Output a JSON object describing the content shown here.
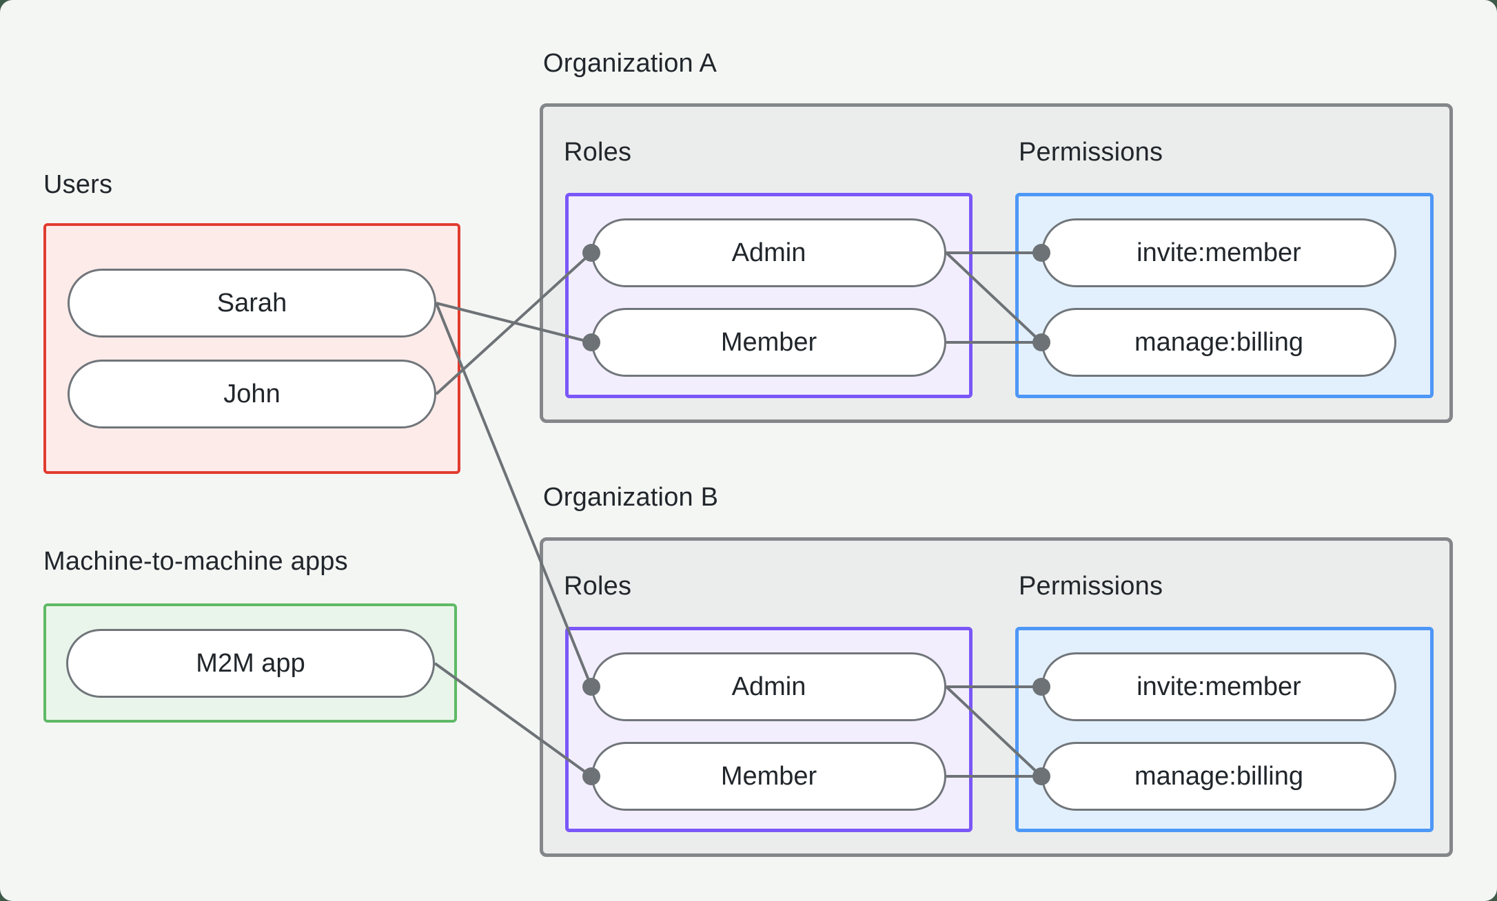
{
  "groups": {
    "users": {
      "label": "Users",
      "items": [
        {
          "id": "sarah",
          "label": "Sarah"
        },
        {
          "id": "john",
          "label": "John"
        }
      ]
    },
    "m2m": {
      "label": "Machine-to-machine apps",
      "items": [
        {
          "id": "m2m-app",
          "label": "M2M app"
        }
      ]
    }
  },
  "orgs": [
    {
      "label": "Organization A",
      "roles_label": "Roles",
      "permissions_label": "Permissions",
      "roles": [
        {
          "id": "orgA-admin",
          "label": "Admin"
        },
        {
          "id": "orgA-member",
          "label": "Member"
        }
      ],
      "permissions": [
        {
          "id": "orgA-invite",
          "label": "invite:member"
        },
        {
          "id": "orgA-billing",
          "label": "manage:billing"
        }
      ]
    },
    {
      "label": "Organization B",
      "roles_label": "Roles",
      "permissions_label": "Permissions",
      "roles": [
        {
          "id": "orgB-admin",
          "label": "Admin"
        },
        {
          "id": "orgB-member",
          "label": "Member"
        }
      ],
      "permissions": [
        {
          "id": "orgB-invite",
          "label": "invite:member"
        },
        {
          "id": "orgB-billing",
          "label": "manage:billing"
        }
      ]
    }
  ],
  "connections": [
    {
      "from": "john",
      "to": "orgA-admin"
    },
    {
      "from": "sarah",
      "to": "orgA-member"
    },
    {
      "from": "sarah",
      "to": "orgB-admin"
    },
    {
      "from": "m2m-app",
      "to": "orgB-member"
    },
    {
      "from": "orgA-admin",
      "to": "orgA-invite"
    },
    {
      "from": "orgA-admin",
      "to": "orgA-billing"
    },
    {
      "from": "orgA-member",
      "to": "orgA-billing"
    },
    {
      "from": "orgB-admin",
      "to": "orgB-invite"
    },
    {
      "from": "orgB-admin",
      "to": "orgB-billing"
    },
    {
      "from": "orgB-member",
      "to": "orgB-billing"
    }
  ],
  "colors": {
    "wire": "#6d7276",
    "text": "#21262b",
    "card_bg": "#f4f6f4",
    "backdrop": "#3e5a49",
    "users_border": "#e23b30",
    "m2m_border": "#5fb965",
    "roles_border": "#7a57f8",
    "permissions_border": "#4d97f7",
    "org_border": "#83878a"
  },
  "wire_style": {
    "stroke_width": 4,
    "dot_radius": 13
  }
}
